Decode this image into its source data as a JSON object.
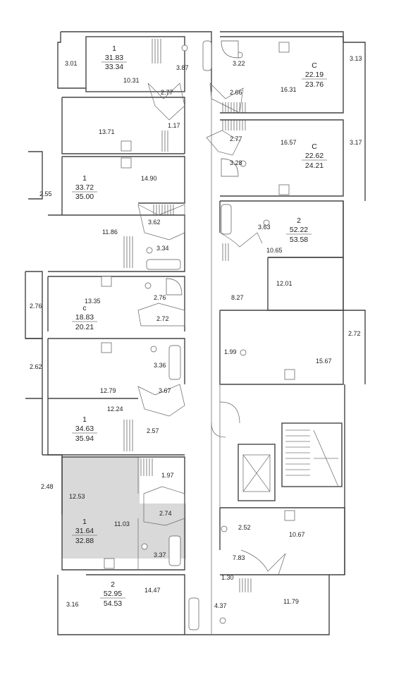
{
  "apartments": [
    {
      "id": "a1",
      "type": "1",
      "area": "31.83",
      "total": "33.34"
    },
    {
      "id": "a2",
      "type": "C",
      "area": "22.19",
      "total": "23.76"
    },
    {
      "id": "a3",
      "type": "C",
      "area": "22.62",
      "total": "24.21"
    },
    {
      "id": "a4",
      "type": "1",
      "area": "33.72",
      "total": "35.00"
    },
    {
      "id": "a5",
      "type": "2",
      "area": "52.22",
      "total": "53.58"
    },
    {
      "id": "a6",
      "type": "c",
      "area": "18.83",
      "total": "20.21"
    },
    {
      "id": "a7",
      "type": "1",
      "area": "34.63",
      "total": "35.94"
    },
    {
      "id": "a8",
      "type": "1",
      "area": "31.64",
      "total": "32.88"
    },
    {
      "id": "a9",
      "type": "2",
      "area": "52.95",
      "total": "54.53"
    }
  ],
  "rooms": [
    "3.01",
    "10.31",
    "3.87",
    "2.77",
    "3.22",
    "2.66",
    "16.31",
    "3.13",
    "13.71",
    "1.17",
    "2.77",
    "16.57",
    "3.17",
    "3.28",
    "14.90",
    "2.55",
    "3.62",
    "3.63",
    "10.65",
    "11.86",
    "3.34",
    "12.01",
    "2.76",
    "13.35",
    "2.76",
    "2.72",
    "8.27",
    "2.62",
    "3.36",
    "1.99",
    "2.72",
    "15.67",
    "12.79",
    "3.67",
    "12.24",
    "2.57",
    "1.97",
    "2.48",
    "12.53",
    "2.74",
    "11.03",
    "3.37",
    "2.52",
    "10.67",
    "7.83",
    "1.30",
    "3.16",
    "14.47",
    "4.37",
    "11.79"
  ]
}
